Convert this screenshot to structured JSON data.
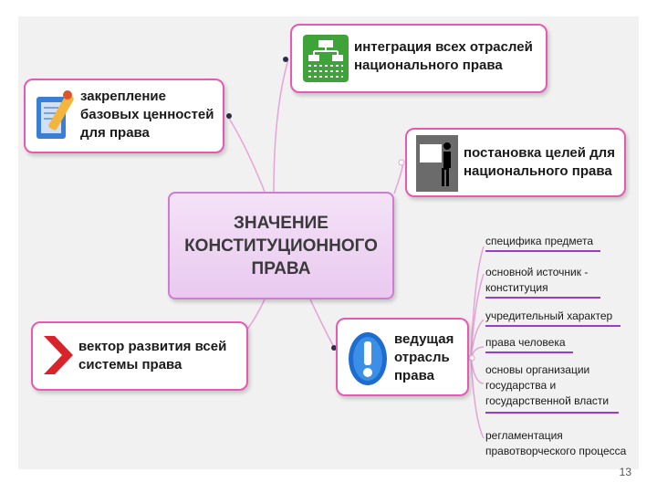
{
  "central": {
    "label": "ЗНАЧЕНИЕ\nКОНСТИТУЦИОННОГО\nПРАВА"
  },
  "nodes": {
    "integration": "интеграция всех отраслей национального права",
    "basic_values": "закрепление базовых ценностей для права",
    "goals": "постановка целей для национального права",
    "vector": "вектор развития всей системы права",
    "leading": "ведущая отрасль права"
  },
  "leaves": [
    "специфика предмета",
    "основной источник -\nконституция",
    "учредительный характер",
    "права человека",
    "основы организации\nгосударства и\nгосударственной власти",
    "регламентация\nправотворческого процесса"
  ],
  "page_number": "13",
  "icons": [
    "org-chart-icon",
    "pencil-document-icon",
    "presentation-board-icon",
    "red-arrow-icon",
    "exclamation-icon"
  ],
  "colors": {
    "node_border": "#e65ab4",
    "central_fill": "#e9c9f0",
    "connector": "#e7a3d8",
    "leaf_underline": "#9b3bc8"
  }
}
